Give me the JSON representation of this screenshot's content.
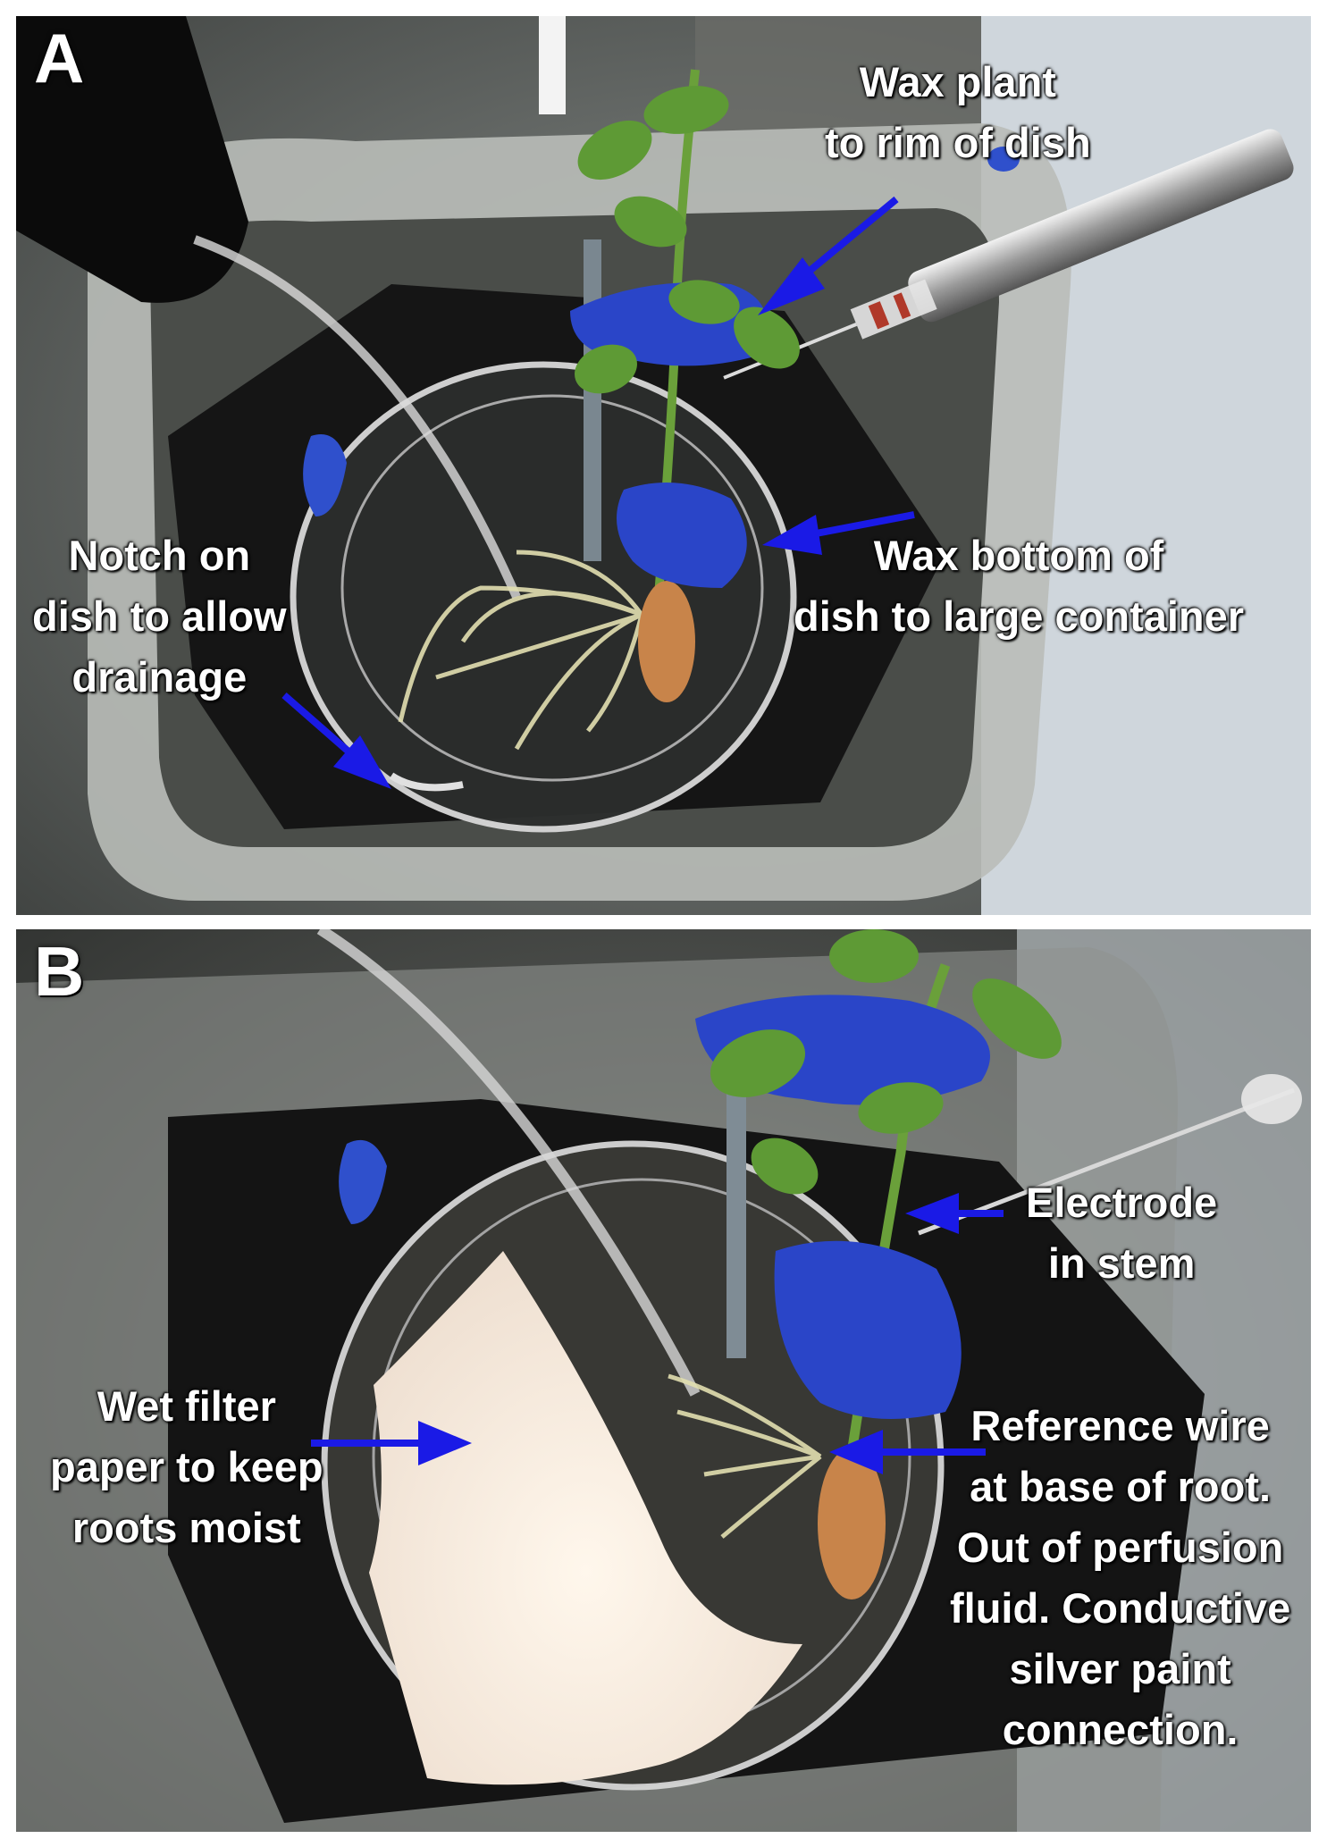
{
  "panels": [
    {
      "letter": "A",
      "labels": {
        "wax_plant": [
          "Wax plant",
          "to rim of dish"
        ],
        "notch": [
          "Notch on",
          "dish to allow",
          "drainage"
        ],
        "wax_bottom": [
          "Wax bottom of",
          "dish to large container"
        ]
      }
    },
    {
      "letter": "B",
      "labels": {
        "electrode": [
          "Electrode",
          "in stem"
        ],
        "filter_paper": [
          "Wet filter",
          "paper to keep",
          "roots moist"
        ],
        "reference_wire": [
          "Reference wire",
          "at base of root.",
          "Out of perfusion",
          "fluid. Conductive",
          "silver paint",
          "connection."
        ]
      }
    }
  ],
  "colors": {
    "arrow": "#1a1ae6",
    "label_text": "#ffffff",
    "wax": "#2a45c8",
    "leaf": "#5e9a35",
    "seed": "#c8844a"
  }
}
